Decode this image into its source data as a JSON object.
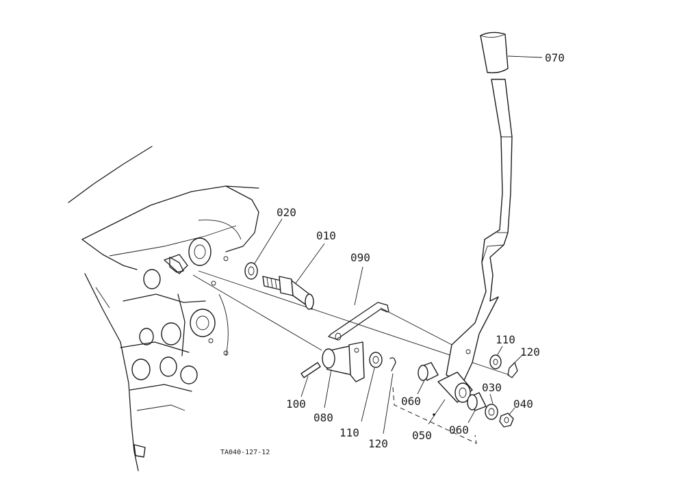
{
  "labels": {
    "p070": "070",
    "p020": "020",
    "p010": "010",
    "p090": "090",
    "p110_right": "110",
    "p120_right": "120",
    "p030": "030",
    "p040": "040",
    "p060_left": "060",
    "p060_right": "060",
    "p050": "050",
    "p100": "100",
    "p080": "080",
    "p110_left": "110",
    "p120_left": "120"
  },
  "reference_code": "TA040-127-12"
}
